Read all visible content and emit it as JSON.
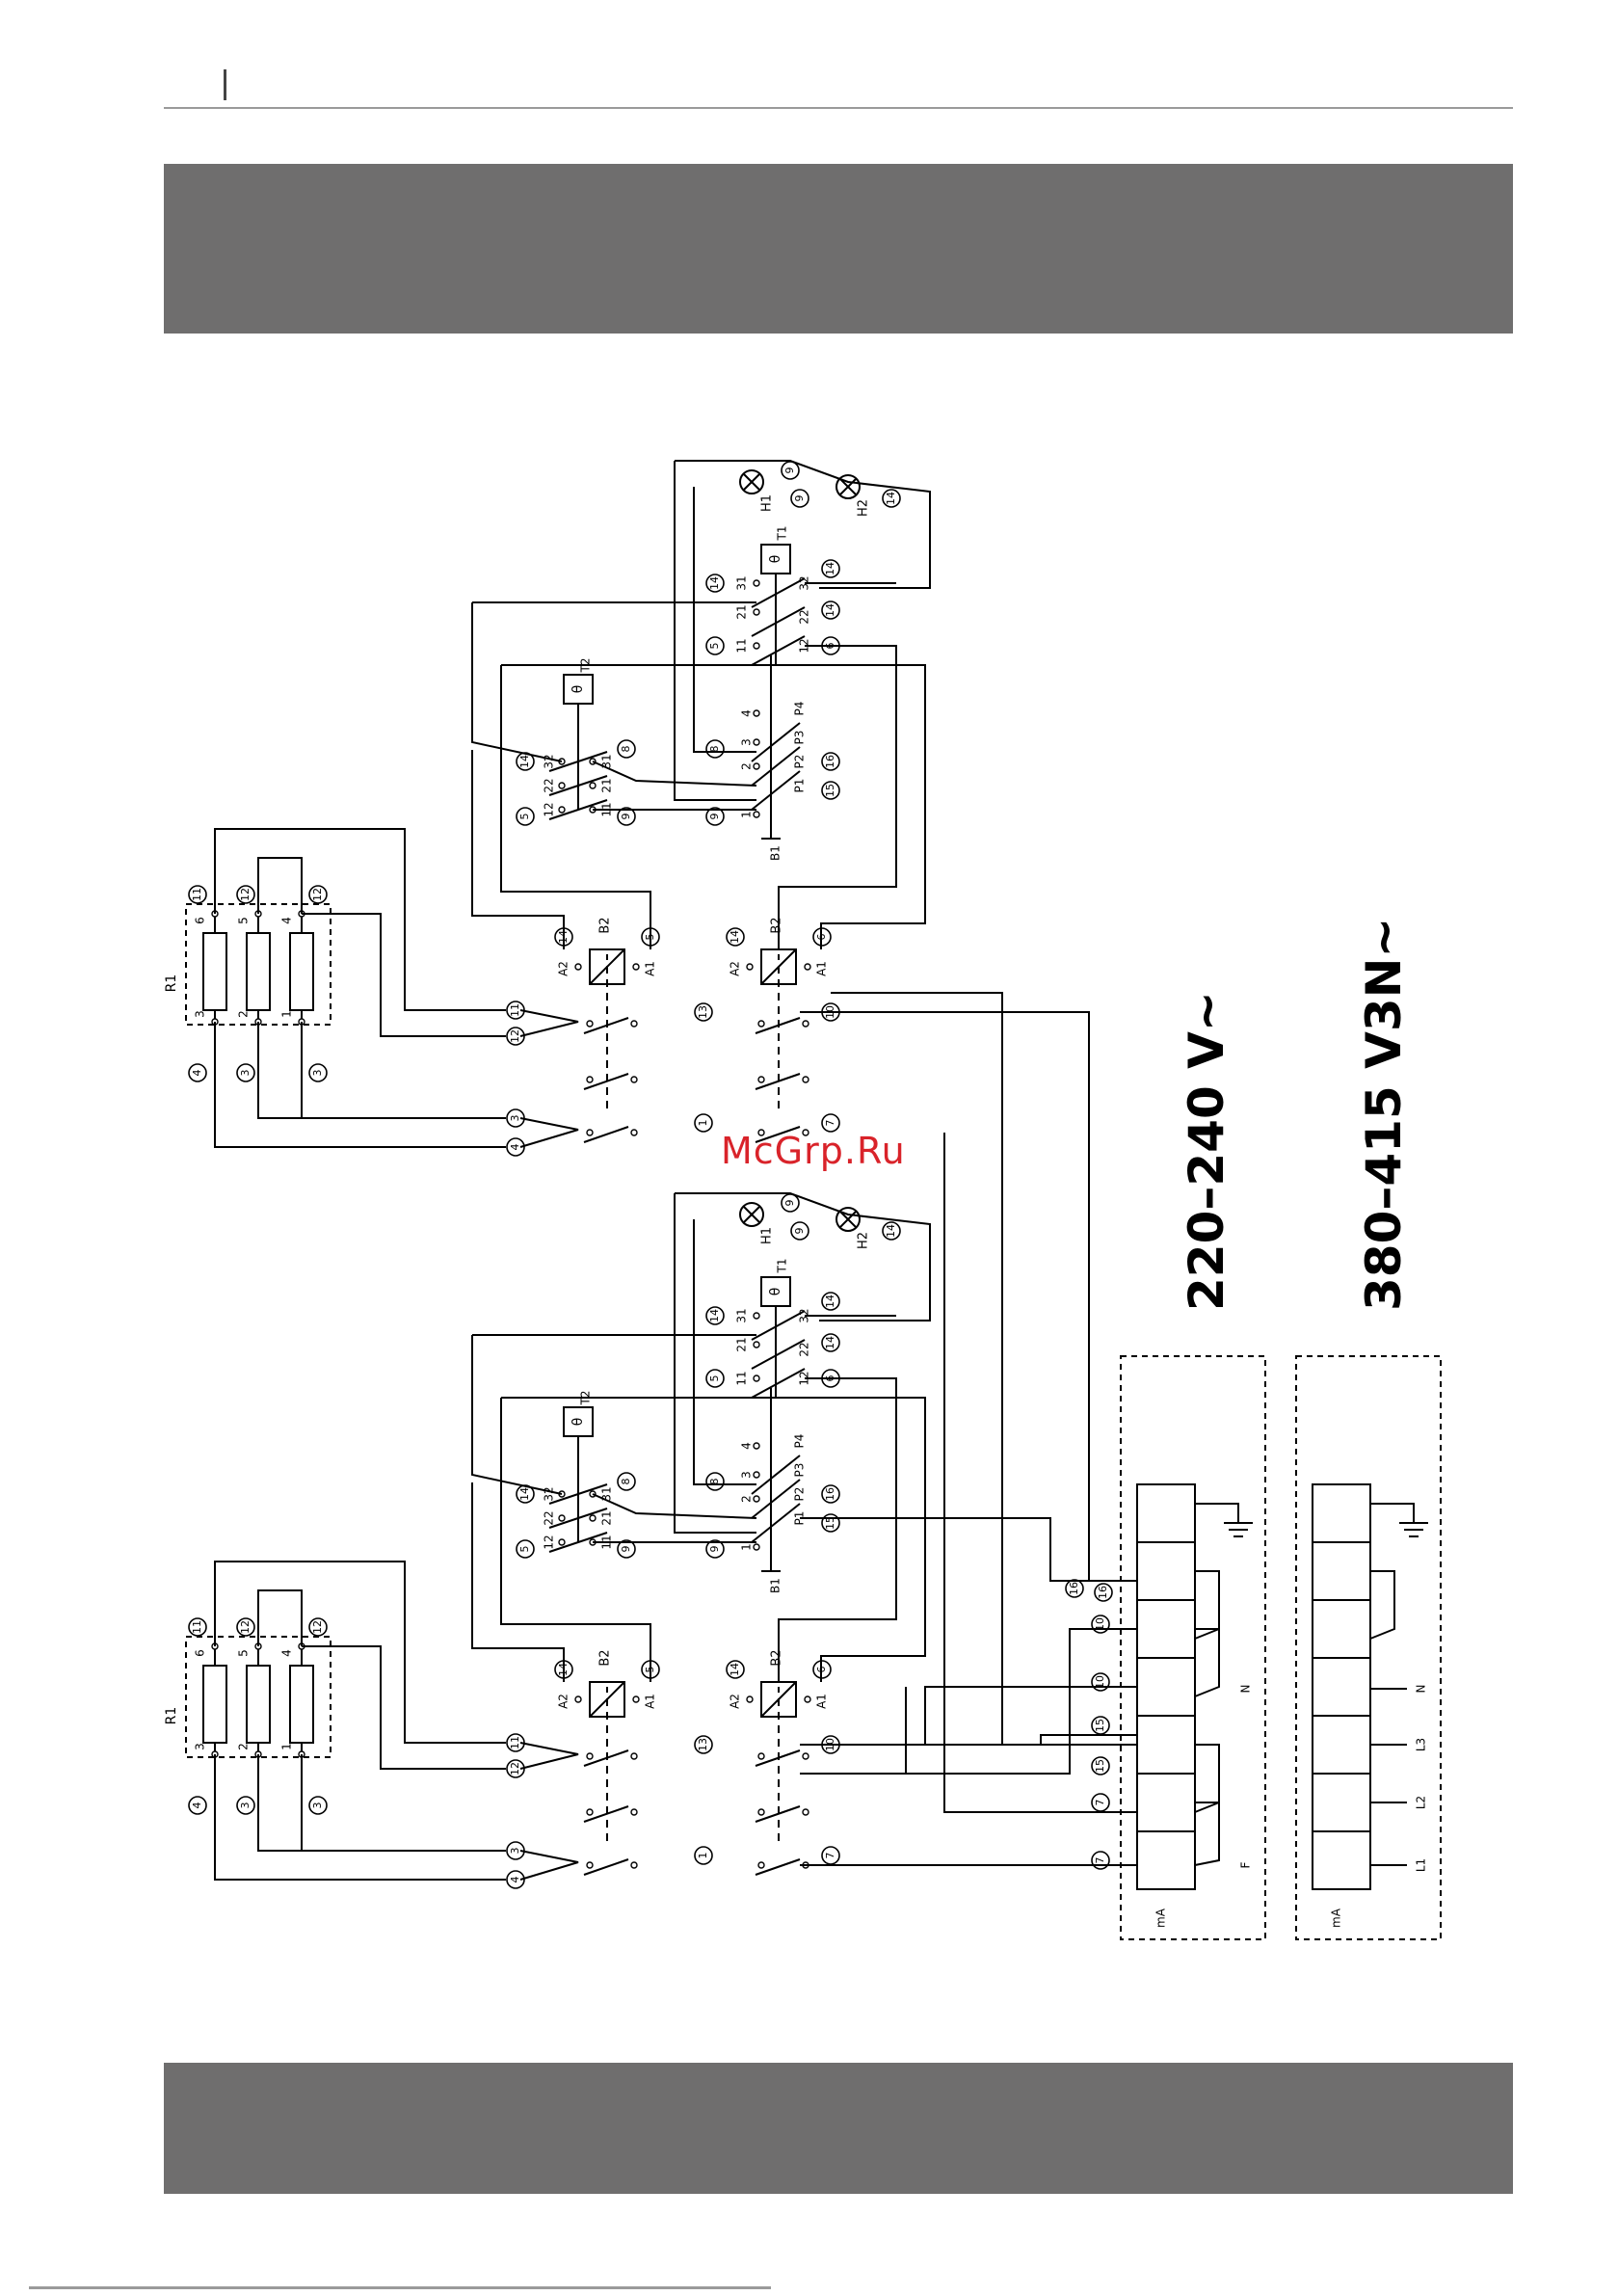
{
  "watermark": "McGrp.Ru",
  "voltage_single_phase": "220–240 V~",
  "voltage_three_phase": "380–415 V3N~",
  "components": {
    "resistor_group": "R1",
    "contactor": "B2",
    "selector": "B1",
    "thermostat_1": "T1",
    "thermostat_2": "T2",
    "lamp_1": "H1",
    "lamp_2": "H2",
    "theta": "θ",
    "coil_a1": "A1",
    "coil_a2": "A2"
  },
  "terminal_block": {
    "label": "mA",
    "left_terminals": [
      "F",
      "N"
    ],
    "right_terminals": [
      "L1",
      "L2",
      "L3",
      "N"
    ]
  },
  "wire_numbers": [
    "1",
    "3",
    "4",
    "5",
    "6",
    "7",
    "8",
    "9",
    "10",
    "11",
    "12",
    "13",
    "14",
    "15",
    "16"
  ],
  "colors": {
    "band": "#6f6e6e",
    "watermark": "#d9232a",
    "line": "#000000"
  }
}
